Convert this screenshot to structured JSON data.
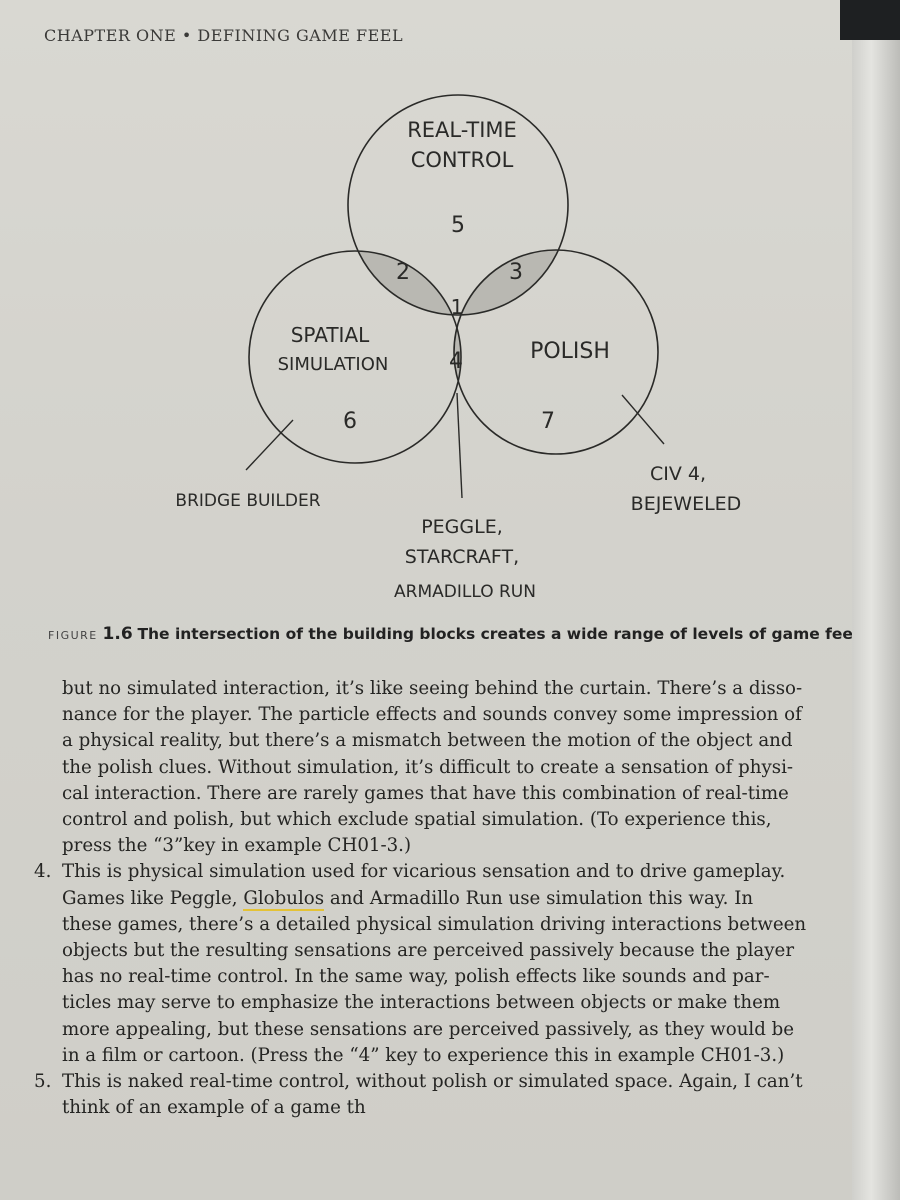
{
  "running_head": "CHAPTER ONE • DEFINING GAME FEEL",
  "diagram": {
    "circles": [
      {
        "name": "real-time-control",
        "label_lines": [
          "REAL-TIME",
          "CONTROL"
        ]
      },
      {
        "name": "spatial-simulation",
        "label_lines": [
          "SPATIAL",
          "SIMULATION"
        ]
      },
      {
        "name": "polish",
        "label_lines": [
          "POLISH"
        ]
      }
    ],
    "regions": [
      "1",
      "2",
      "3",
      "4",
      "5",
      "6",
      "7"
    ],
    "callouts": {
      "bridge": "BRIDGE BUILDER",
      "middle": [
        "PEGGLE,",
        "STARCRAFT,",
        "ARMADILLO RUN"
      ],
      "right": [
        "CIV 4,",
        "BEJEWELED"
      ]
    },
    "colors": {
      "overlap_two": "#b9b8b2",
      "overlap_three": "#a7a6a0",
      "ink": "#2a2a28"
    }
  },
  "caption": {
    "label": "FIGURE",
    "number": "1.6",
    "text": "The intersection of the building blocks creates a wide range of levels of game feel."
  },
  "body": {
    "continued_lines": [
      "but no simulated interaction, it’s like seeing behind the curtain. There’s a disso-",
      "nance for the player. The particle effects and sounds convey some impression of",
      "a physical reality, but there’s a mismatch between the motion of the object and",
      "the polish clues. Without simulation, it’s difficult to create a sensation of physi-",
      "cal interaction. There are rarely games that have this combination of real-time",
      "control and polish, but which exclude spatial simulation. (To experience this,",
      "press the “3”key in example CH01-3.)"
    ],
    "item4": {
      "number": "4.",
      "line1": "This is physical simulation used for vicarious sensation and to drive gameplay.",
      "line2_before": "Games like Peggle, ",
      "line2_underlined": "Globulos",
      "line2_after": " and Armadillo Run use simulation this way. In",
      "lines_rest": [
        "these games, there’s a detailed physical simulation driving interactions between",
        "objects but the resulting sensations are perceived passively because the player",
        "has no real-time control. In the same way, polish effects like sounds and par-",
        "ticles may serve to emphasize the interactions between objects or make them",
        "more appealing, but these sensations are perceived passively, as they would be",
        "in a film or cartoon. (Press the “4” key to experience this in example CH01-3.)"
      ]
    },
    "item5": {
      "number": "5.",
      "lines": [
        "This is naked real-time control, without polish or simulated space. Again, I can’t",
        "think of an example of a game th"
      ]
    }
  }
}
